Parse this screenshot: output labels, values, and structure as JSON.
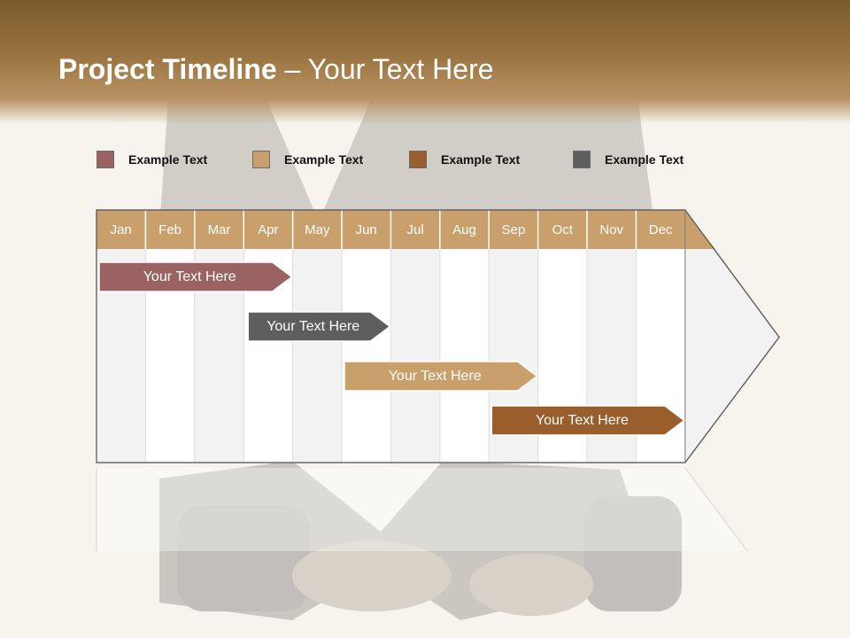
{
  "title": {
    "bold": "Project Timeline",
    "rest": " – Your Text Here"
  },
  "legend": [
    {
      "label": "Example Text",
      "color": "#9b6262"
    },
    {
      "label": "Example Text",
      "color": "#c9a06b"
    },
    {
      "label": "Example Text",
      "color": "#9a5e2c"
    },
    {
      "label": "Example Text",
      "color": "#5e5e5e"
    }
  ],
  "months": [
    "Jan",
    "Feb",
    "Mar",
    "Apr",
    "May",
    "Jun",
    "Jul",
    "Aug",
    "Sep",
    "Oct",
    "Nov",
    "Dec"
  ],
  "tasks": [
    {
      "label": "Your  Text Here",
      "start_month": "Jan",
      "end_month": "Apr",
      "color": "#9b6262"
    },
    {
      "label": "Your  Text Here",
      "start_month": "Apr",
      "end_month": "Jun",
      "color": "#5e5e5e"
    },
    {
      "label": "Your  Text Here",
      "start_month": "Jun",
      "end_month": "Sep",
      "color": "#c9a06b"
    },
    {
      "label": "Your  Text Here",
      "start_month": "Sep",
      "end_month": "Dec",
      "color": "#9a5e2c"
    }
  ],
  "colors": {
    "header": "#c9a06b",
    "accent": "#9a7440"
  }
}
